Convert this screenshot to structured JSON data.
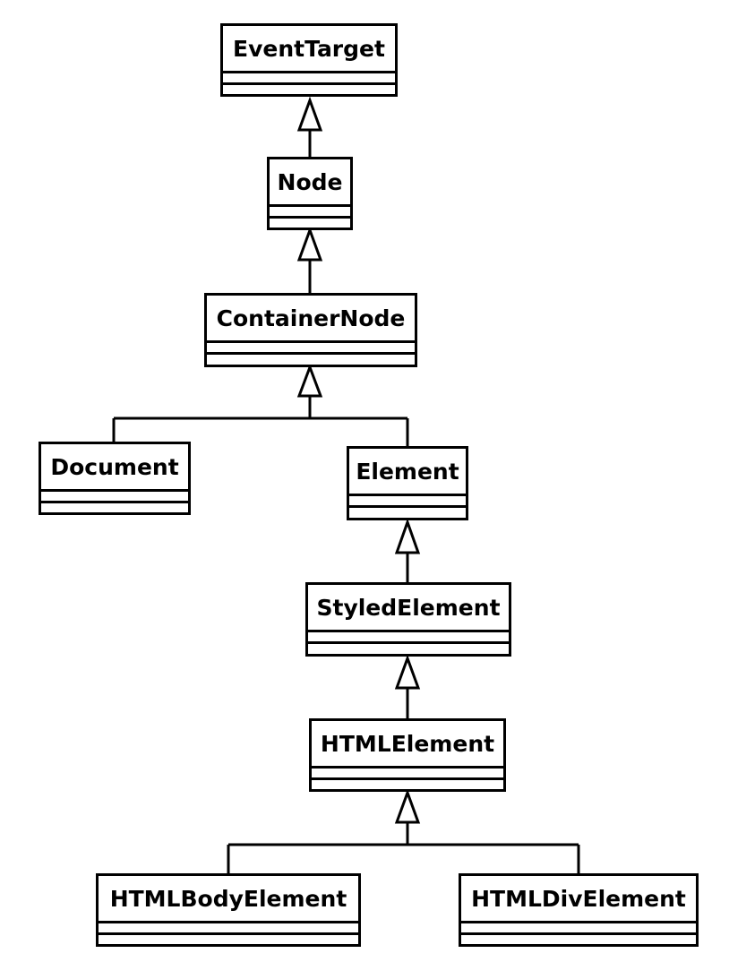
{
  "classes": [
    {
      "id": "eventtarget",
      "name": "EventTarget"
    },
    {
      "id": "node",
      "name": "Node"
    },
    {
      "id": "containernode",
      "name": "ContainerNode"
    },
    {
      "id": "document",
      "name": "Document"
    },
    {
      "id": "element",
      "name": "Element"
    },
    {
      "id": "styledelement",
      "name": "StyledElement"
    },
    {
      "id": "htmlelement",
      "name": "HTMLElement"
    },
    {
      "id": "htmlbodyelement",
      "name": "HTMLBodyElement"
    },
    {
      "id": "htmldivelement",
      "name": "HTMLDivElement"
    }
  ],
  "inheritance": [
    {
      "child": "node",
      "parent": "eventtarget"
    },
    {
      "child": "containernode",
      "parent": "node"
    },
    {
      "child": "document",
      "parent": "containernode"
    },
    {
      "child": "element",
      "parent": "containernode"
    },
    {
      "child": "styledelement",
      "parent": "element"
    },
    {
      "child": "htmlelement",
      "parent": "styledelement"
    },
    {
      "child": "htmlbodyelement",
      "parent": "htmlelement"
    },
    {
      "child": "htmldivelement",
      "parent": "htmlelement"
    }
  ]
}
